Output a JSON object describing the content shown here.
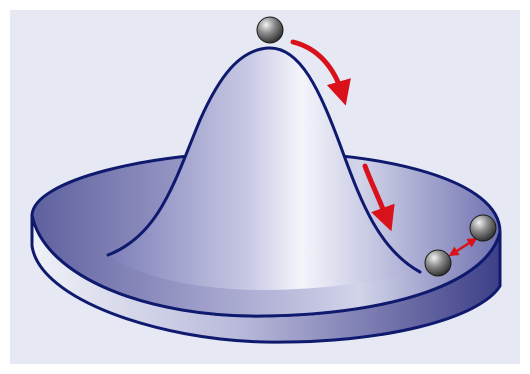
{
  "figure": {
    "background": "#e6e9f3",
    "outline_color": "#0f1a6e",
    "surface_light": "#f0f2f8",
    "surface_mid": "#b8b8da",
    "surface_dark": "#5e609e",
    "arrow_color": "#d8111b",
    "ball_light": "#f2f2f2",
    "ball_dark": "#2a2a2a"
  },
  "elements": {
    "hat_shape": "mexican-hat-potential",
    "balls": [
      "ball-top",
      "ball-bottom-left",
      "ball-bottom-right"
    ],
    "arrows": [
      "roll-arrow-upper",
      "roll-arrow-lower",
      "oscillation-double-arrow"
    ]
  }
}
